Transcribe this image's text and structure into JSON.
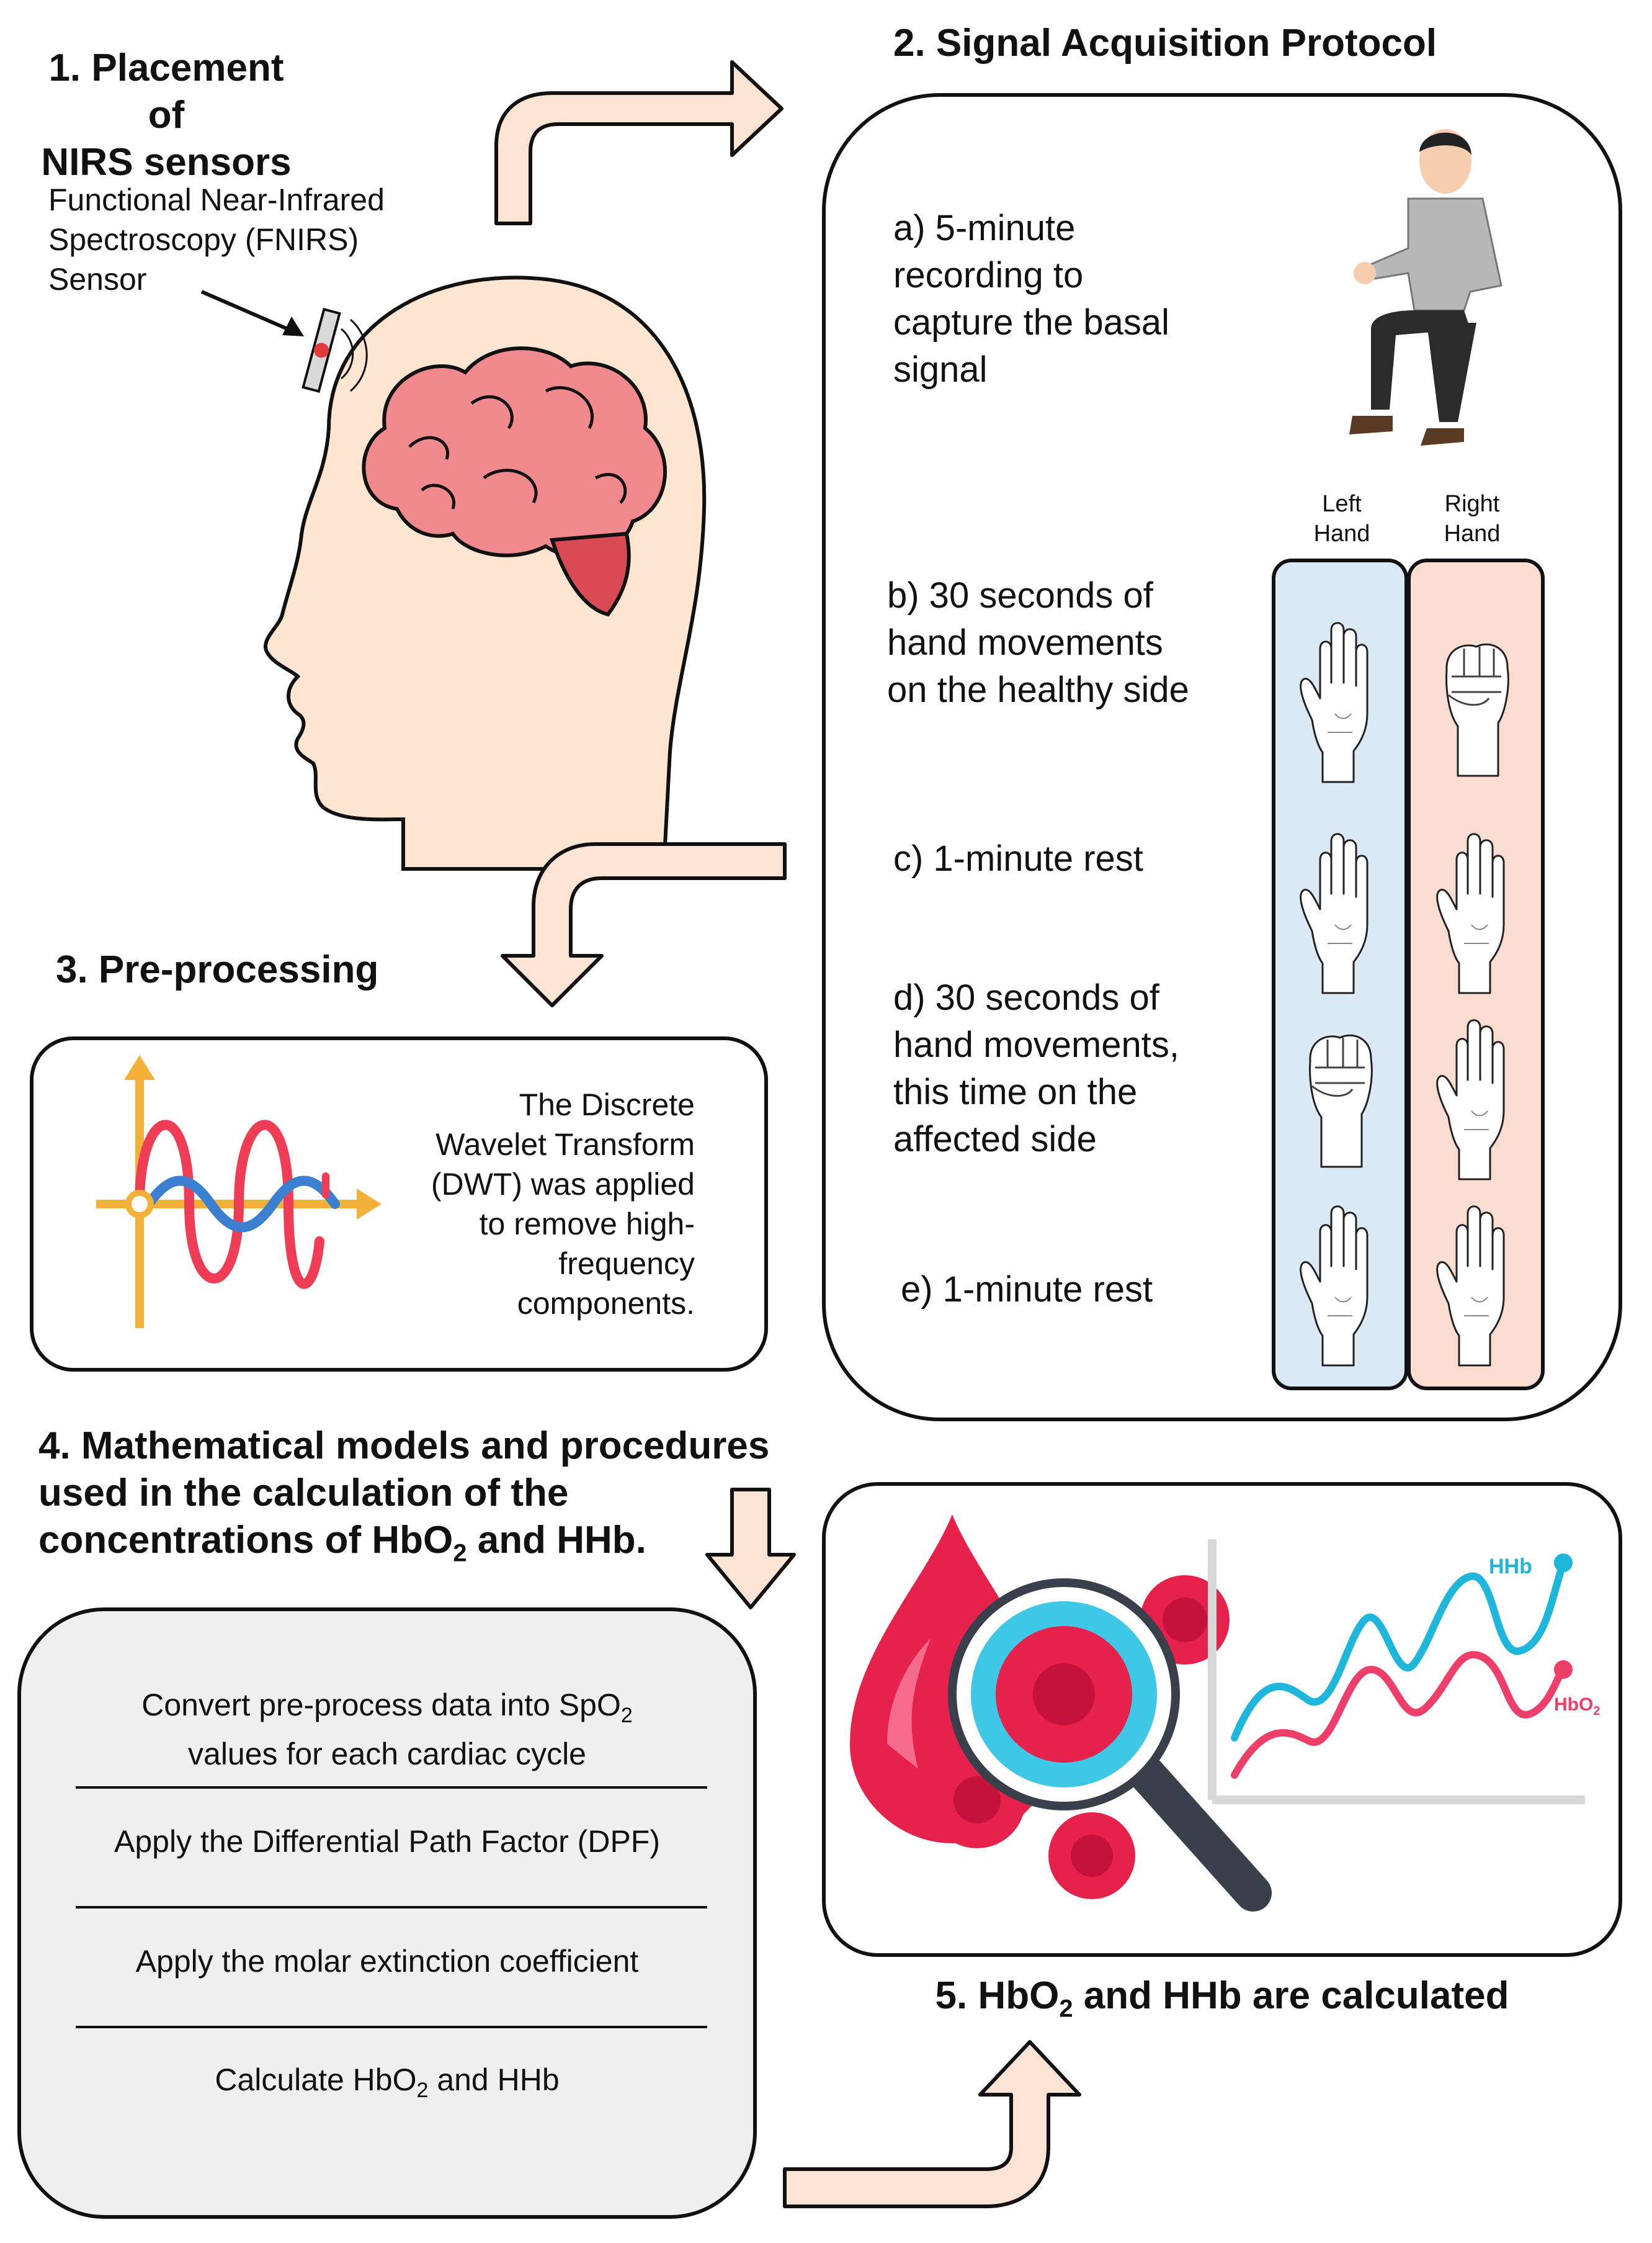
{
  "section1": {
    "title_line1": "1. Placement of",
    "title_line2": "NIRS sensors",
    "sensor_line1": "Functional Near-Infrared",
    "sensor_line2": "Spectroscopy (FNIRS)",
    "sensor_line3": "Sensor"
  },
  "section2": {
    "title": "2. Signal Acquisition Protocol",
    "left_hand_line1": "Left",
    "left_hand_line2": "Hand",
    "right_hand_line1": "Right",
    "right_hand_line2": "Hand",
    "steps": [
      {
        "lines": [
          "a) 5-minute",
          "recording to",
          "capture the basal",
          "signal"
        ]
      },
      {
        "lines": [
          "b) 30 seconds of",
          "hand movements",
          "on the healthy side"
        ]
      },
      {
        "lines": [
          "c) 1-minute rest"
        ]
      },
      {
        "lines": [
          "d) 30 seconds of",
          "hand movements,",
          "this time on the",
          "affected side"
        ]
      },
      {
        "lines": [
          "e) 1-minute rest"
        ]
      }
    ],
    "hand_states": [
      {
        "left": "open",
        "right": "fist"
      },
      {
        "left": "open",
        "right": "open"
      },
      {
        "left": "fist",
        "right": "open"
      },
      {
        "left": "open",
        "right": "open"
      }
    ]
  },
  "section3": {
    "title": "3. Pre-processing",
    "lines": [
      "The Discrete",
      "Wavelet Transform",
      "(DWT) was applied",
      "to remove high-",
      "frequency",
      "components."
    ]
  },
  "section4": {
    "title_line1": "4. Mathematical models and procedures",
    "title_line2": "used in the calculation of the",
    "title_line3_a": "concentrations of HbO",
    "title_line3_sub": "2",
    "title_line3_b": " and HHb.",
    "step1_a": "Convert pre-process data into SpO",
    "step1_sub": "2",
    "step1_line2": "values for each cardiac cycle",
    "step2": "Apply the Differential Path Factor (DPF)",
    "step3": "Apply the molar extinction coefficient",
    "step4_a": "Calculate HbO",
    "step4_sub": "2",
    "step4_b": " and HHb"
  },
  "section5": {
    "title_a": "5. HbO",
    "title_sub": "2",
    "title_b": " and HHb are calculated",
    "legend_hhb": "HHb",
    "legend_hbo2_a": "HbO",
    "legend_hbo2_sub": "2"
  },
  "colors": {
    "arrow_fill": "#fde3d3",
    "left_column": "#dbe9f7",
    "right_column": "#fbdcd0",
    "hhb_line": "#1fb6dc",
    "hbo2_line": "#ee3e6a",
    "brain": "#f08a8f",
    "head_skin": "#fde5d2",
    "step_box_bg": "#efefef"
  }
}
